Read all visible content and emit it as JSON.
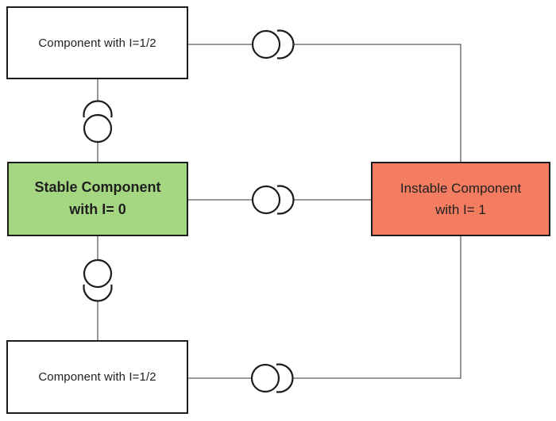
{
  "colors": {
    "stable_fill": "#a5d783",
    "instable_fill": "#f47d61",
    "node_fill": "#ffffff",
    "border": "#1c1c1c",
    "line": "#5e5e5e",
    "symbol": "#1c1c1c",
    "text": "#1f1f1f"
  },
  "nodes": {
    "component_top": {
      "label": "Component with I=1/2"
    },
    "stable": {
      "line1": "Stable Component",
      "line2": "with I= 0"
    },
    "component_bottom": {
      "label": "Component with I=1/2"
    },
    "instable": {
      "line1": "Instable Component",
      "line2": "with I= 1"
    }
  },
  "symbols": {
    "glyph": "circle-arc"
  }
}
